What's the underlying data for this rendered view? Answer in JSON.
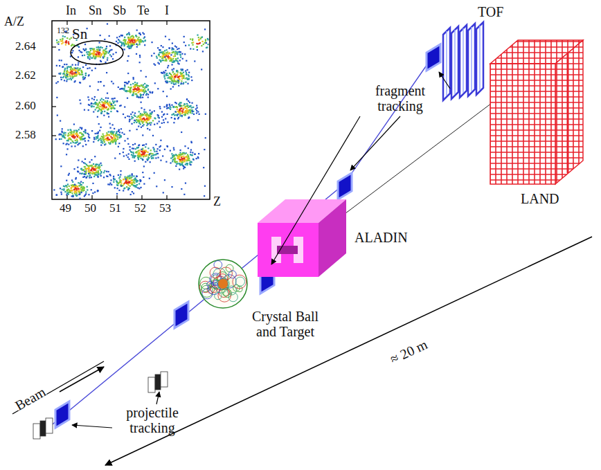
{
  "diagram": {
    "labels": [
      "In",
      "Sn",
      "Sb",
      "Te",
      "I",
      "A/Z",
      "2.64",
      "2.62",
      "2.60",
      "2.58",
      "49",
      "50",
      "51",
      "52",
      "53",
      "Z",
      "132",
      "Sn",
      "fragment tracking",
      "TOF",
      "LAND",
      "ALADIN",
      "Crystal Ball and Target",
      "Beam",
      "projectile tracking",
      "≈ 20 m"
    ]
  }
}
